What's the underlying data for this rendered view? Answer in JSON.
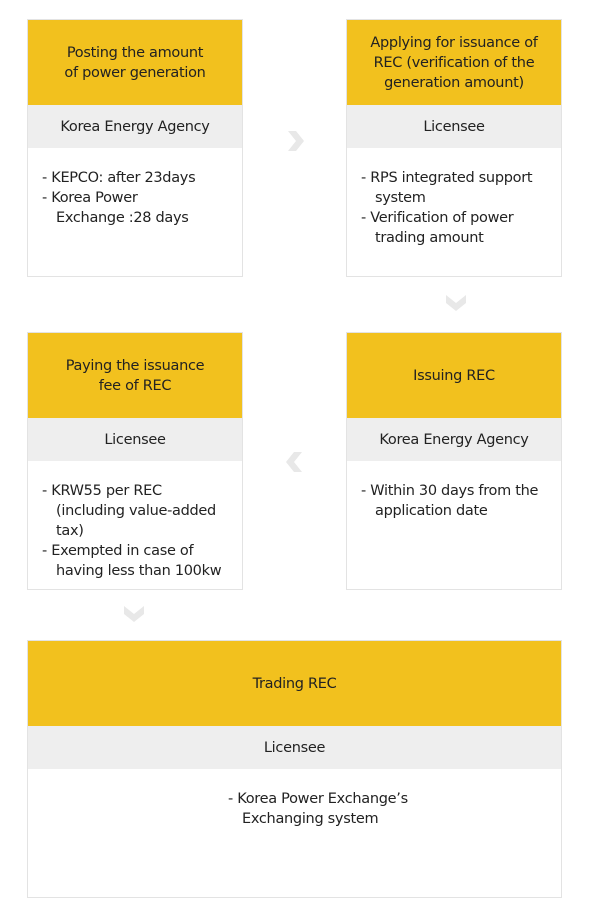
{
  "steps": [
    {
      "title": "Posting the amount\nof power generation",
      "agent": "Korea Energy Agency",
      "items": [
        "- KEPCO: after 23days",
        "- Korea Power Exchange :28 days"
      ]
    },
    {
      "title": "Applying for issuance of\nREC (verification of the\ngeneration amount)",
      "agent": "Licensee",
      "items": [
        "- RPS integrated support system",
        "- Verification of power trading amount"
      ]
    },
    {
      "title": "Issuing REC",
      "agent": "Korea Energy Agency",
      "items": [
        "- Within 30 days from the application date"
      ]
    },
    {
      "title": "Paying the issuance\nfee of REC",
      "agent": "Licensee",
      "items": [
        "- KRW55 per REC (including value-added tax)",
        "- Exempted in case of having less than 100kw"
      ]
    },
    {
      "title": "Trading REC",
      "agent": "Licensee",
      "items": [
        "- Korea Power Exchange’s Exchanging system"
      ]
    }
  ],
  "colors": {
    "header": "#f2c11e",
    "agent": "#eeeeee",
    "arrow": "#e8e8e8"
  }
}
